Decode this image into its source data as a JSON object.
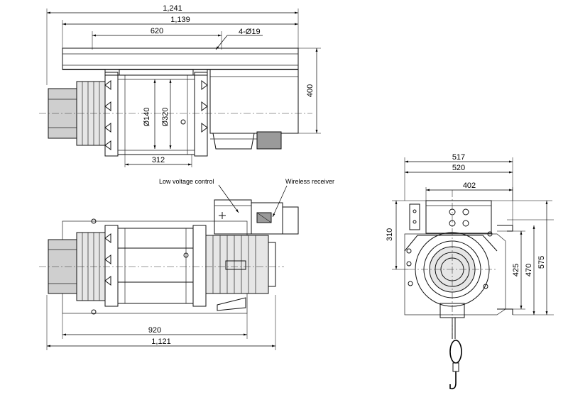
{
  "top_view": {
    "dims": {
      "overall_length": "1,241",
      "rail_length": "1,139",
      "hole_spacing": "620",
      "holes": "4-Ø19",
      "height": "400",
      "drum_inner": "Ø140",
      "drum_outer": "Ø320",
      "drum_width": "312"
    }
  },
  "front_view": {
    "labels": {
      "low_voltage_control": "Low voltage control",
      "wireless_receiver": "Wireless receiver"
    },
    "dims": {
      "base_length": "920",
      "overall_length": "1,121"
    }
  },
  "side_view": {
    "dims": {
      "width_overall": "517",
      "width_frame": "520",
      "box_width": "402",
      "box_height": "310",
      "h_425": "425",
      "h_470": "470",
      "h_575": "575"
    }
  }
}
